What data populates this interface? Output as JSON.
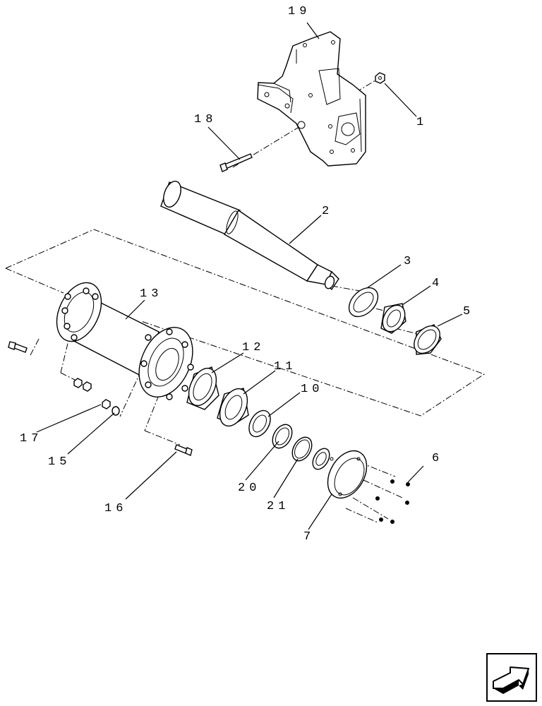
{
  "diagram": {
    "callouts": {
      "c1": "1",
      "c2": "2",
      "c3": "3",
      "c4": "4",
      "c5": "5",
      "c6": "6",
      "c7": "7",
      "c10": "10",
      "c11": "11",
      "c12": "12",
      "c13": "13",
      "c15": "15",
      "c16": "16",
      "c17": "17",
      "c18": "18",
      "c19": "19",
      "c20": "20",
      "c21": "21"
    }
  },
  "nav": {
    "icon": "next-page-arrow-icon"
  }
}
